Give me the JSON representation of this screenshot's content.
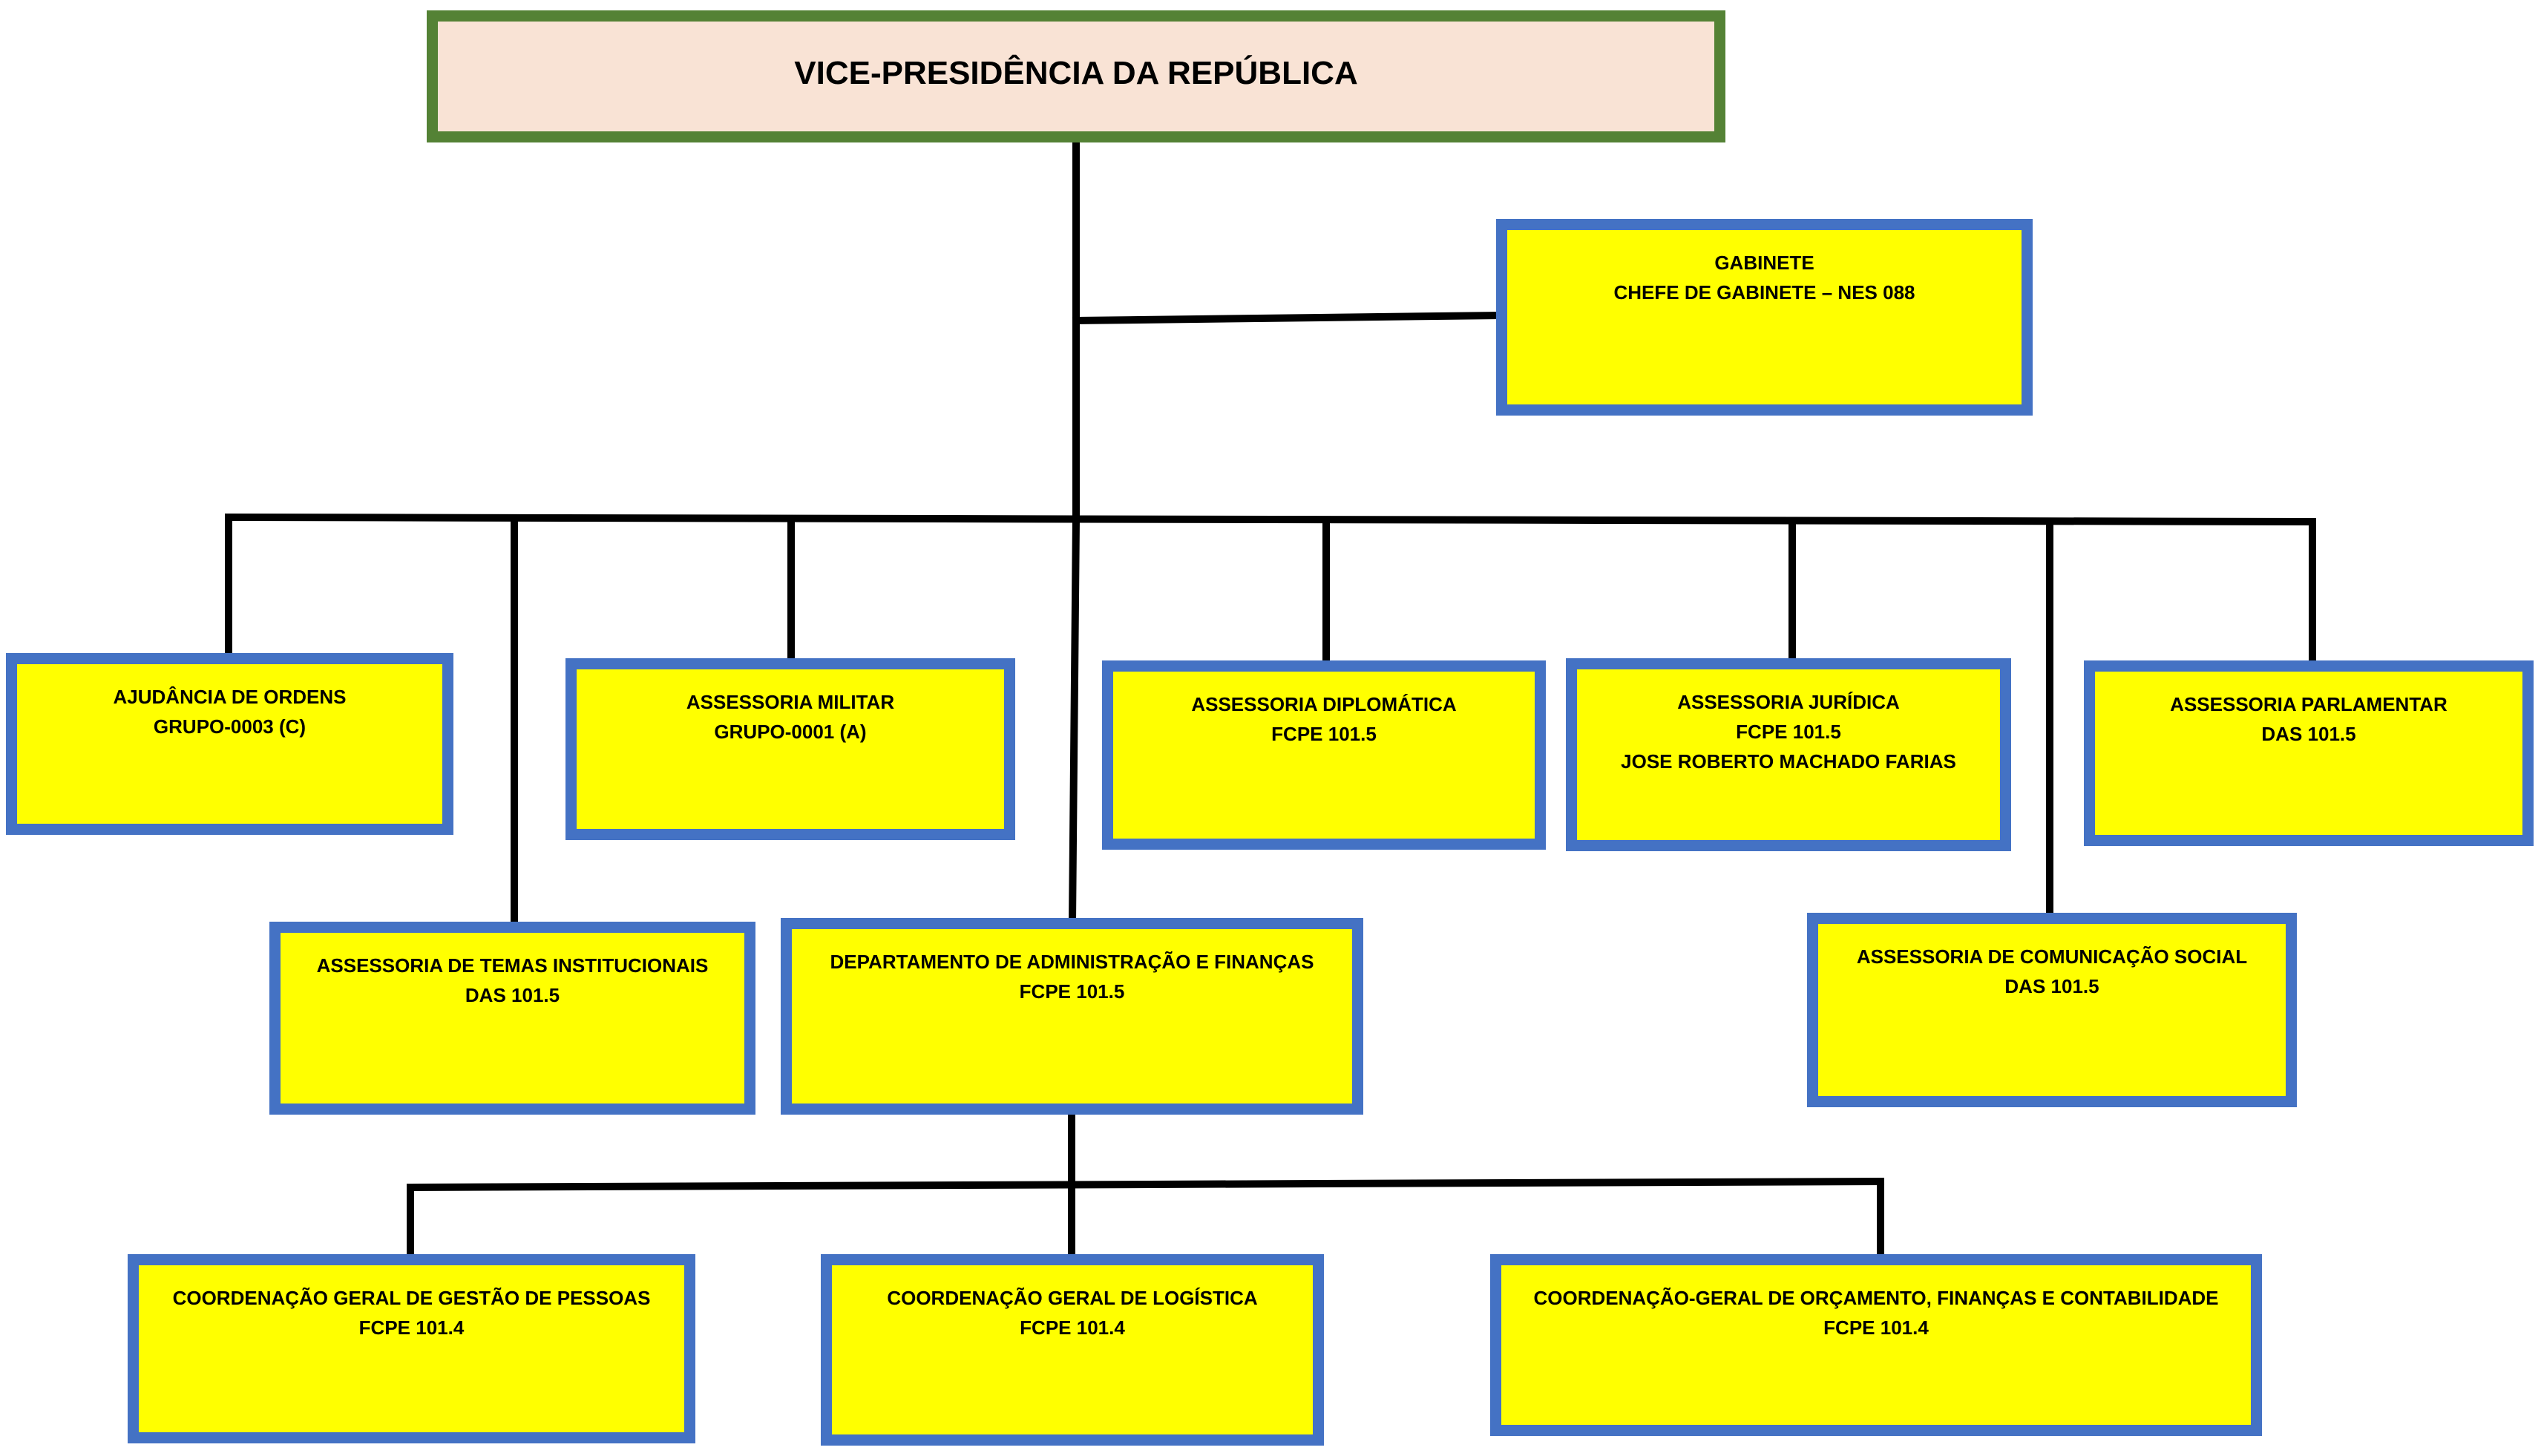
{
  "root": {
    "title": "VICE-PRESIDÊNCIA DA REPÚBLICA"
  },
  "gabinete": {
    "lines": [
      "GABINETE",
      "CHEFE DE GABINETE – NES 088"
    ]
  },
  "units": [
    {
      "id": "ajudancia",
      "lines": [
        "AJUDÂNCIA DE ORDENS",
        "GRUPO-0003 (C)"
      ]
    },
    {
      "id": "militar",
      "lines": [
        "ASSESSORIA  MILITAR",
        "GRUPO-0001 (A)"
      ]
    },
    {
      "id": "diplomatica",
      "lines": [
        "ASSESSORIA DIPLOMÁTICA",
        "FCPE 101.5"
      ]
    },
    {
      "id": "juridica",
      "lines": [
        "ASSESSORIA JURÍDICA",
        "FCPE 101.5",
        "JOSE ROBERTO MACHADO FARIAS"
      ]
    },
    {
      "id": "parlamentar",
      "lines": [
        "ASSESSORIA PARLAMENTAR",
        "DAS 101.5"
      ]
    },
    {
      "id": "temas",
      "lines": [
        "ASSESSORIA DE TEMAS INSTITUCIONAIS",
        "DAS 101.5"
      ]
    },
    {
      "id": "daf",
      "lines": [
        "DEPARTAMENTO DE ADMINISTRAÇÃO E FINANÇAS",
        "FCPE 101.5"
      ]
    },
    {
      "id": "comunicacao",
      "lines": [
        "ASSESSORIA DE COMUNICAÇÃO SOCIAL",
        "DAS 101.5"
      ]
    }
  ],
  "coordinations": [
    {
      "id": "pessoas",
      "lines": [
        "COORDENAÇÃO GERAL DE GESTÃO DE PESSOAS",
        "FCPE 101.4"
      ]
    },
    {
      "id": "logistica",
      "lines": [
        "COORDENAÇÃO GERAL DE LOGÍSTICA",
        "FCPE 101.4"
      ]
    },
    {
      "id": "orcamento",
      "lines": [
        "COORDENAÇÃO-GERAL DE ORÇAMENTO, FINANÇAS E CONTABILIDADE",
        "FCPE 101.4"
      ]
    }
  ],
  "colors": {
    "root_fill": "#f9e3d5",
    "root_border": "#548235",
    "box_fill": "#ffff00",
    "box_border": "#4472c4",
    "connector": "#000000"
  }
}
